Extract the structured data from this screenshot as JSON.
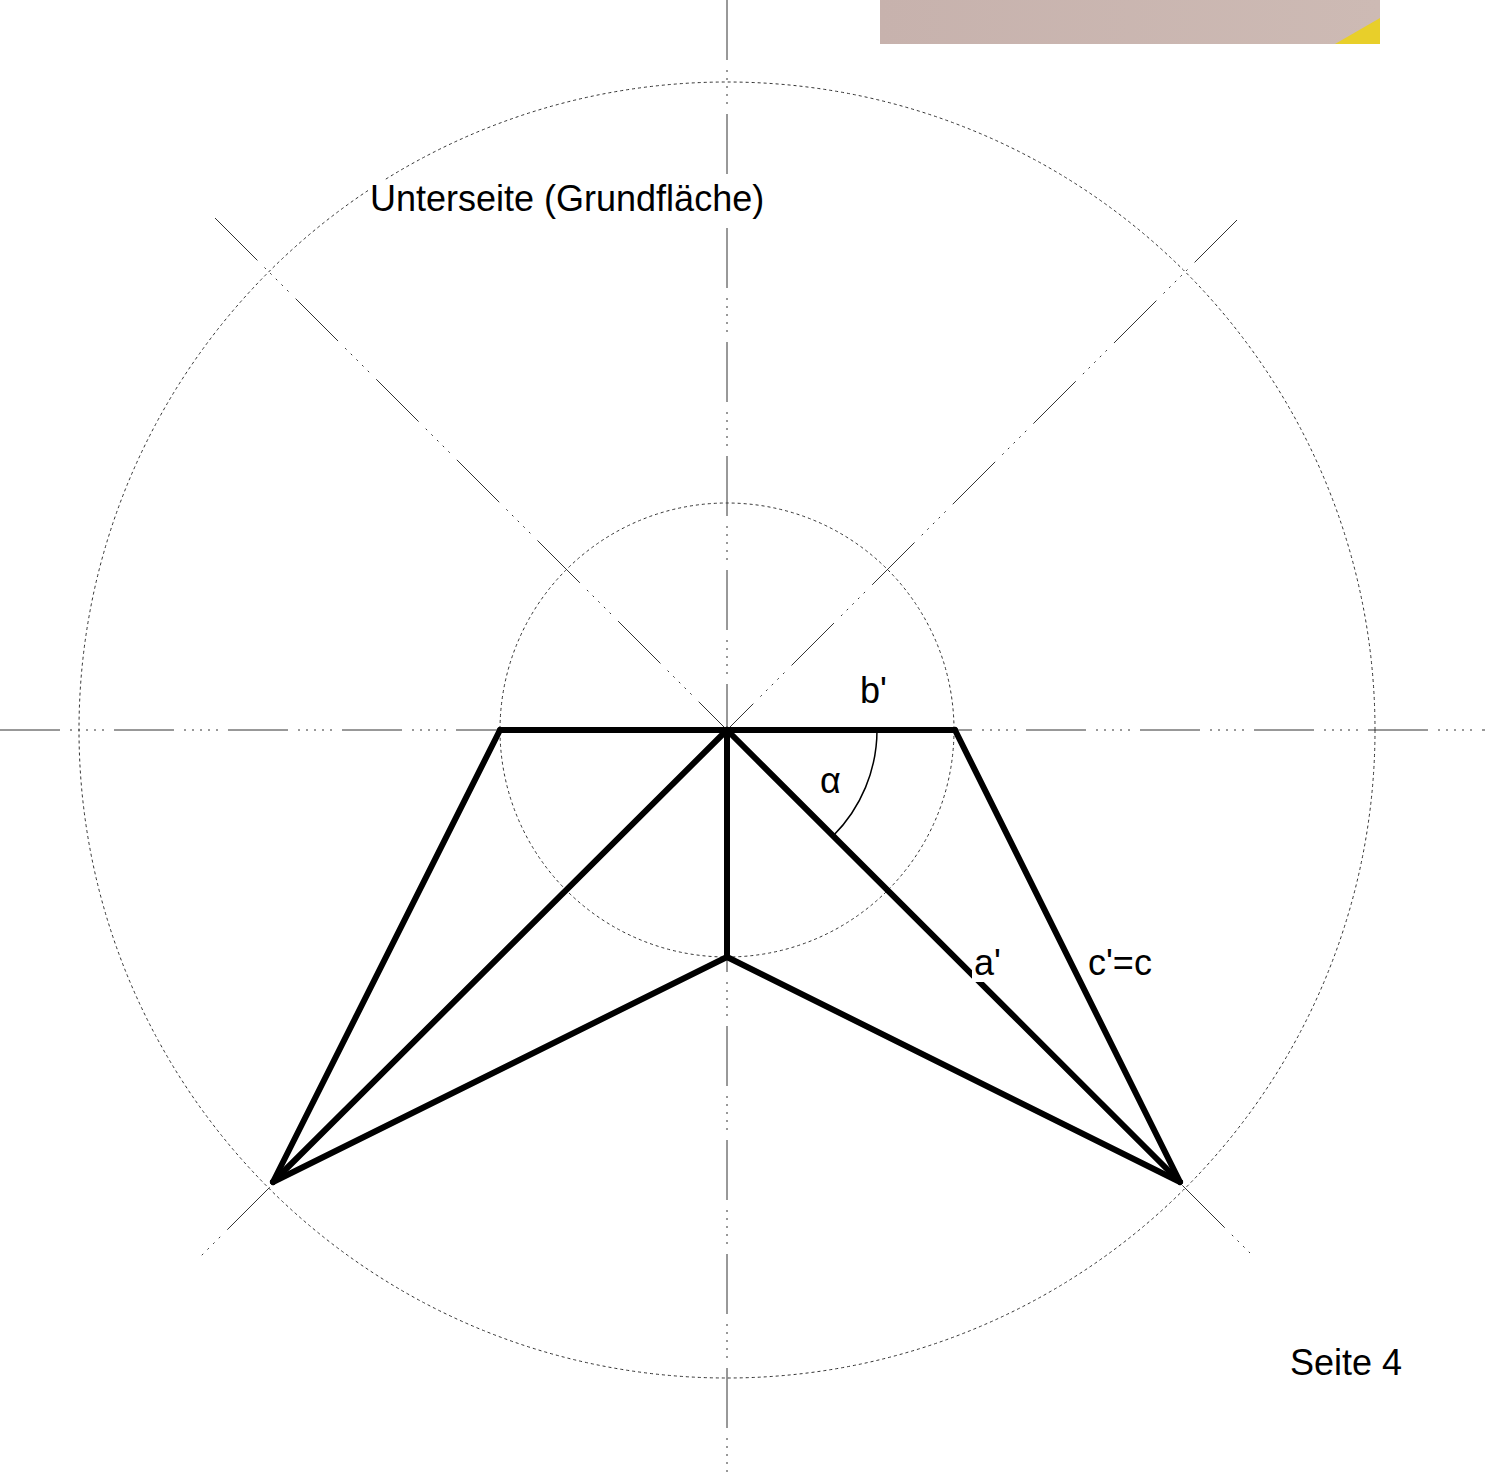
{
  "diagram": {
    "labels": [
      "Unterseite (Grundfläche)",
      "b'",
      "α",
      "a'",
      "c'=c",
      "Seite 4"
    ]
  }
}
